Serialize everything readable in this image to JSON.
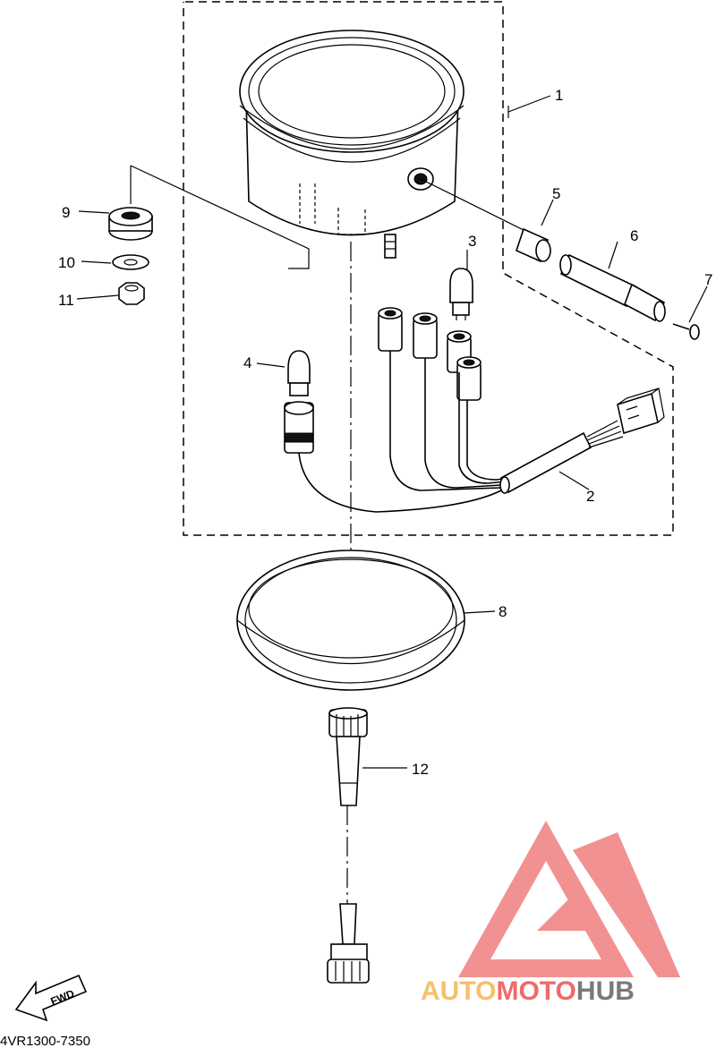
{
  "callouts": {
    "p1": "1",
    "p2": "2",
    "p3": "3",
    "p4": "4",
    "p5": "5",
    "p6": "6",
    "p7": "7",
    "p8": "8",
    "p9": "9",
    "p10": "10",
    "p11": "11",
    "p12": "12"
  },
  "drawing_code": "4VR1300-7350",
  "fwd_label": "FWD",
  "watermark": {
    "word_auto": "AUTO",
    "word_moto": "MOTO",
    "word_hub": "HUB",
    "color_auto": "#f6c06b",
    "color_moto": "#f06a6a",
    "color_hub": "#7a7a7a",
    "logo_color": "#f07e7e"
  }
}
